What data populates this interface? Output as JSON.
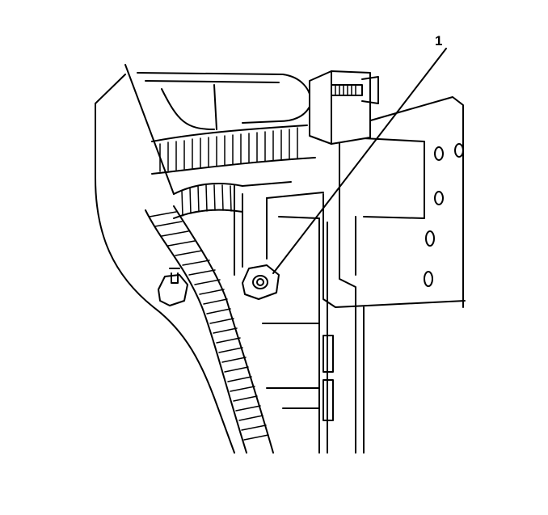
{
  "diagram": {
    "callouts": [
      {
        "label": "1",
        "target": "ground-bolt"
      }
    ]
  },
  "colors": {
    "line": "#000000",
    "background": "#ffffff",
    "component-fill": "#ffffff"
  },
  "icons": [
    "harness-conduit",
    "ground-bolt",
    "stud-nut",
    "mounting-bolt",
    "bracket"
  ]
}
